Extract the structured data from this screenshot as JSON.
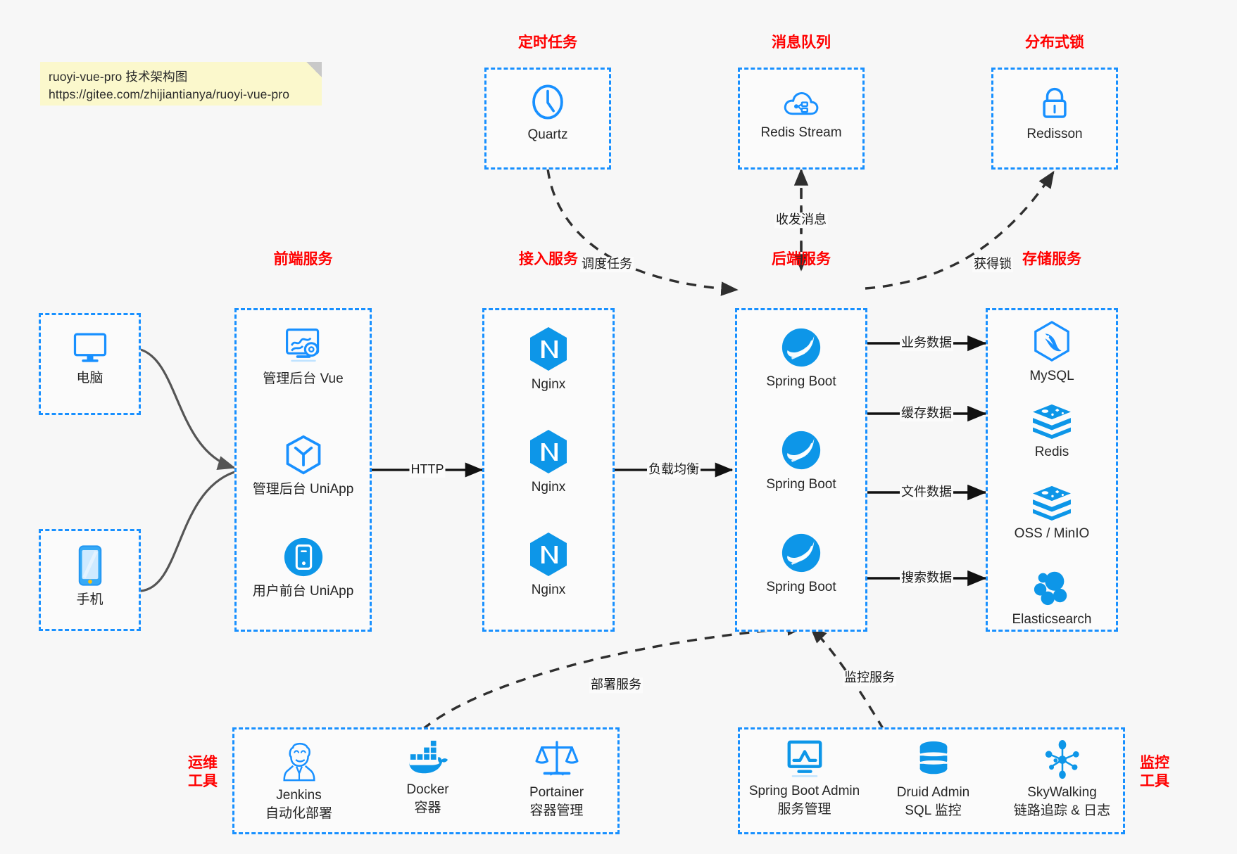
{
  "note": {
    "line1": "ruoyi-vue-pro 技术架构图",
    "line2": "https://gitee.com/zhijiantianya/ruoyi-vue-pro"
  },
  "colors": {
    "box_border": "#1890ff",
    "group_title": "#ff0000",
    "icon": "#1890ff",
    "note_bg": "#fbf8cc",
    "canvas_bg": "#f7f7f7",
    "edge_solid": "#111111",
    "edge_dashed": "#333333",
    "client_edge": "#555555"
  },
  "groups": {
    "scheduler": {
      "title": "定时任务",
      "items": [
        {
          "label": "Quartz",
          "icon": "clock-icon"
        }
      ]
    },
    "mq": {
      "title": "消息队列",
      "items": [
        {
          "label": "Redis Stream",
          "icon": "cloud-stream-icon"
        }
      ]
    },
    "lock": {
      "title": "分布式锁",
      "items": [
        {
          "label": "Redisson",
          "icon": "lock-icon"
        }
      ]
    },
    "client_pc": {
      "title": "",
      "items": [
        {
          "label": "电脑",
          "icon": "desktop-icon"
        }
      ]
    },
    "client_phone": {
      "title": "",
      "items": [
        {
          "label": "手机",
          "icon": "mobile-icon"
        }
      ]
    },
    "frontend": {
      "title": "前端服务",
      "items": [
        {
          "label": "管理后台 Vue",
          "icon": "dashboard-icon"
        },
        {
          "label": "管理后台 UniApp",
          "icon": "cube-icon"
        },
        {
          "label": "用户前台 UniApp",
          "icon": "phone-circle-icon"
        }
      ]
    },
    "gateway": {
      "title": "接入服务",
      "items": [
        {
          "label": "Nginx",
          "icon": "nginx-icon"
        },
        {
          "label": "Nginx",
          "icon": "nginx-icon"
        },
        {
          "label": "Nginx",
          "icon": "nginx-icon"
        }
      ]
    },
    "backend": {
      "title": "后端服务",
      "items": [
        {
          "label": "Spring Boot",
          "icon": "spring-icon"
        },
        {
          "label": "Spring Boot",
          "icon": "spring-icon"
        },
        {
          "label": "Spring Boot",
          "icon": "spring-icon"
        }
      ]
    },
    "storage": {
      "title": "存储服务",
      "items": [
        {
          "label": "MySQL",
          "icon": "mysql-icon"
        },
        {
          "label": "Redis",
          "icon": "redis-icon"
        },
        {
          "label": "OSS / MinIO",
          "icon": "minio-icon"
        },
        {
          "label": "Elasticsearch",
          "icon": "elasticsearch-icon"
        }
      ]
    },
    "devops": {
      "title": "运维\n工具",
      "title_l1": "运维",
      "title_l2": "工具",
      "items": [
        {
          "label": "Jenkins",
          "sub": "自动化部署",
          "icon": "jenkins-icon"
        },
        {
          "label": "Docker",
          "sub": "容器",
          "icon": "docker-icon"
        },
        {
          "label": "Portainer",
          "sub": "容器管理",
          "icon": "scales-icon"
        }
      ]
    },
    "monitor": {
      "title": "监控\n工具",
      "title_l1": "监控",
      "title_l2": "工具",
      "items": [
        {
          "label": "Spring Boot Admin",
          "sub": "服务管理",
          "icon": "monitor-chart-icon"
        },
        {
          "label": "Druid Admin",
          "sub": "SQL 监控",
          "icon": "database-icon"
        },
        {
          "label": "SkyWalking",
          "sub": "链路追踪 & 日志",
          "icon": "skywalking-icon"
        }
      ]
    }
  },
  "edges": [
    {
      "name": "client-to-frontend",
      "label": ""
    },
    {
      "name": "frontend-to-gateway",
      "label": "HTTP"
    },
    {
      "name": "gateway-to-backend",
      "label": "负载均衡"
    },
    {
      "name": "quartz-to-backend",
      "label": "调度任务"
    },
    {
      "name": "mq-to-backend",
      "label": "收发消息"
    },
    {
      "name": "backend-to-lock",
      "label": "获得锁"
    },
    {
      "name": "backend-to-mysql",
      "label": "业务数据"
    },
    {
      "name": "backend-to-redis",
      "label": "缓存数据"
    },
    {
      "name": "backend-to-oss",
      "label": "文件数据"
    },
    {
      "name": "backend-to-es",
      "label": "搜索数据"
    },
    {
      "name": "devops-to-backend",
      "label": "部署服务"
    },
    {
      "name": "monitor-to-backend",
      "label": "监控服务"
    }
  ]
}
